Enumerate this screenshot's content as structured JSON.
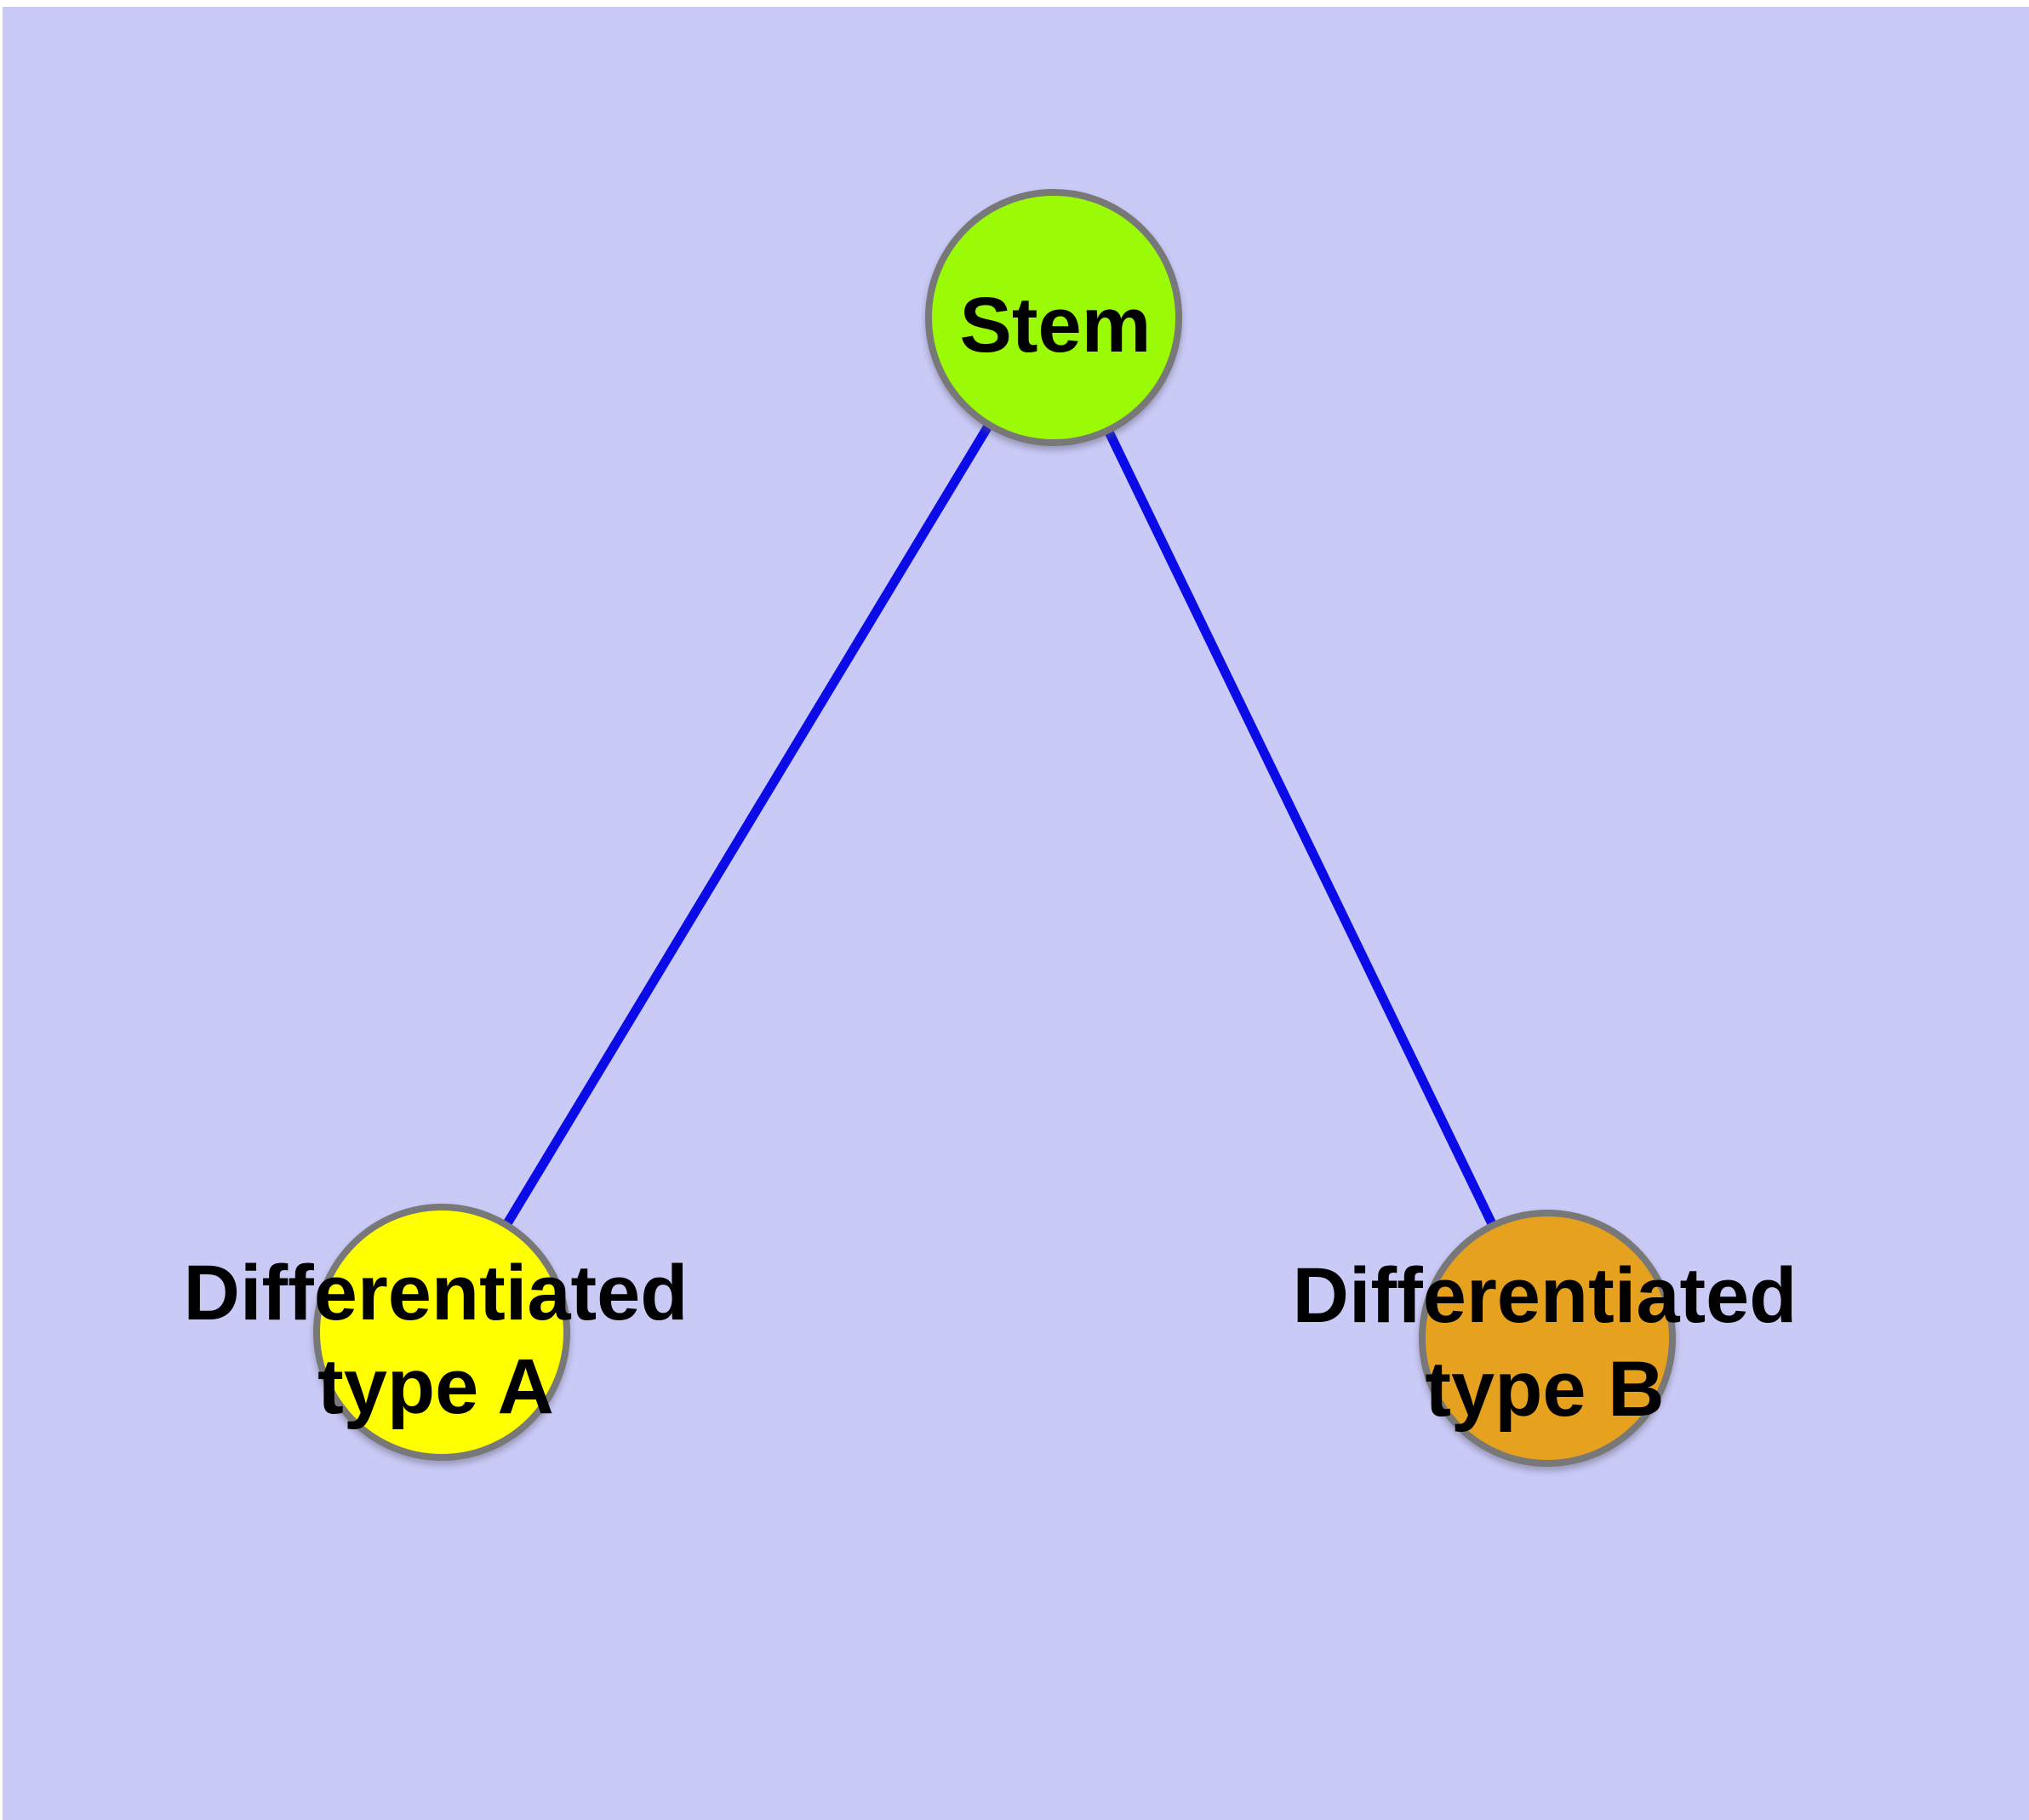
{
  "diagram": {
    "type": "graph",
    "background_color": "#cacaf7",
    "page_margin_color": "#ffffff",
    "node_border_color": "#787878",
    "edge_color": "#0b0be8",
    "label_color": "#000000",
    "nodes": [
      {
        "id": "stem",
        "label": "Stem",
        "fill": "#9bfa05"
      },
      {
        "id": "differentiated-type-a",
        "label": "Differentiated type A",
        "label_lines": [
          "Differentiated",
          "type A"
        ],
        "fill": "#ffff00"
      },
      {
        "id": "differentiated-type-b",
        "label": "Differentiated type B",
        "label_lines": [
          "Differentiated",
          "type B"
        ],
        "fill": "#e6a11f"
      }
    ],
    "edges": [
      {
        "from": "Stem",
        "to": "Differentiated type A"
      },
      {
        "from": "Stem",
        "to": "Differentiated type B"
      }
    ]
  }
}
